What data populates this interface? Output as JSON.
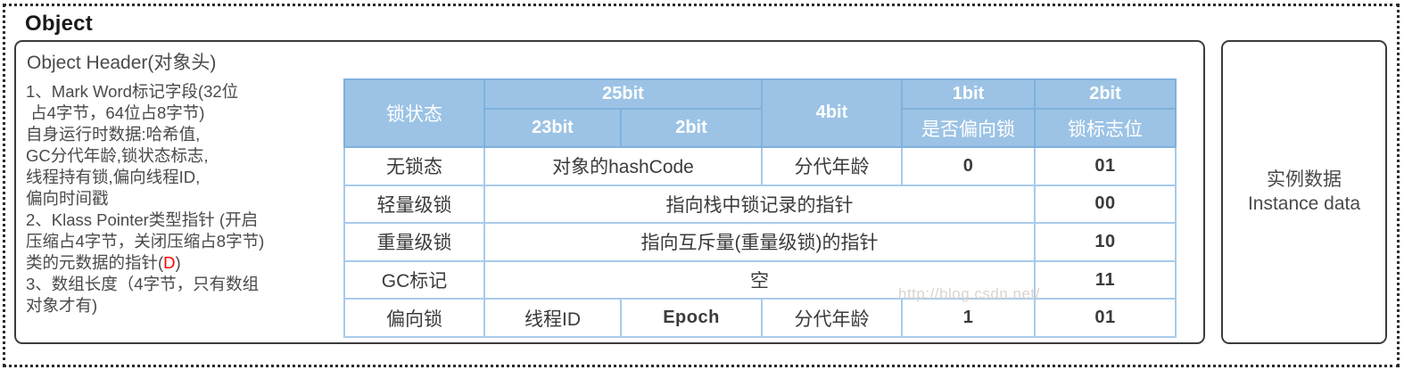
{
  "diagram": {
    "outer_title": "Object",
    "object_header": {
      "label": "Object Header(对象头)",
      "description": "1、Mark Word标记字段(32位\n 占4字节，64位占8字节)\n自身运行时数据:哈希值,\nGC分代年龄,锁状态标志,\n线程持有锁,偏向线程ID,\n偏向时间戳\n2、Klass Pointer类型指针 (开启\n压缩占4字节，关闭压缩占8字节)\n类的元数据的指针(",
      "description_red": "D",
      "description_tail": ")\n3、数组长度（4字节，只有数组\n对象才有)"
    },
    "instance_data": {
      "line_cn": "实例数据",
      "line_en": "Instance data"
    },
    "watermark": "http://blog.csdn.net/"
  },
  "table": {
    "header_row1": {
      "lock_state": "锁状态",
      "bits_25": "25bit",
      "bits_4": "4bit",
      "bits_1": "1bit",
      "bits_2": "2bit"
    },
    "header_row2": {
      "bits_23": "23bit",
      "bits_2": "2bit",
      "biased_flag": "是否偏向锁",
      "lock_flag": "锁标志位"
    },
    "rows": [
      {
        "state": "无锁态",
        "c23": "对象的hashCode",
        "c2": "",
        "c4": "分代年龄",
        "c1": "0",
        "flag": "01",
        "span": "split"
      },
      {
        "state": "轻量级锁",
        "wide": "指向栈中锁记录的指针",
        "flag": "00",
        "span": "wide"
      },
      {
        "state": "重量级锁",
        "wide": "指向互斥量(重量级锁)的指针",
        "flag": "10",
        "span": "wide"
      },
      {
        "state": "GC标记",
        "wide": "空",
        "flag": "11",
        "span": "wide"
      },
      {
        "state": "偏向锁",
        "c23": "线程ID",
        "c2": "Epoch",
        "c4": "分代年龄",
        "c1": "1",
        "flag": "01",
        "span": "split"
      }
    ]
  }
}
